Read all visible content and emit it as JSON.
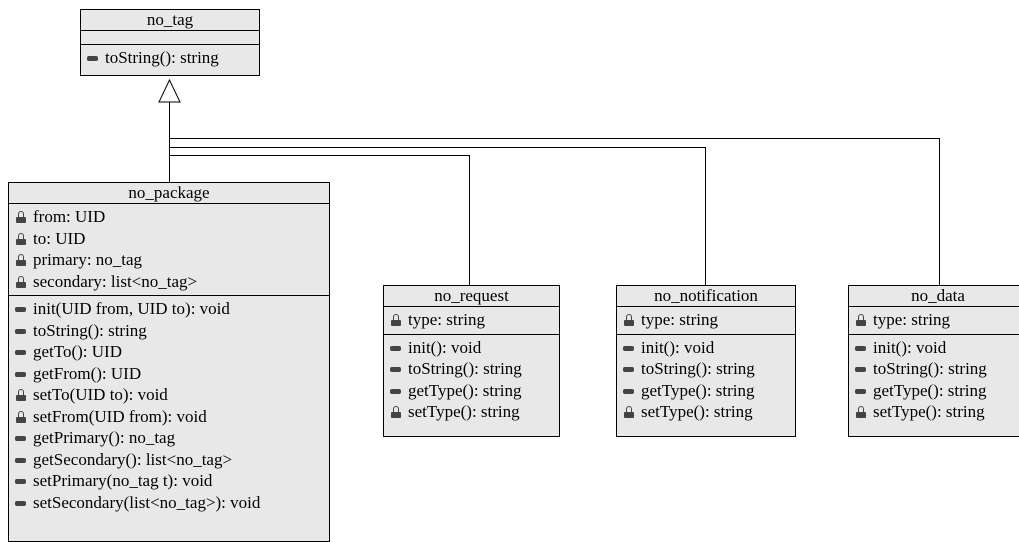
{
  "icons": {
    "public": "public-member-icon",
    "private": "private-lock-icon"
  },
  "classes": {
    "no_tag": {
      "name": "no_tag",
      "attributes": [],
      "operations": [
        {
          "vis": "public",
          "text": "toString(): string"
        }
      ]
    },
    "no_package": {
      "name": "no_package",
      "attributes": [
        {
          "vis": "private",
          "text": "from: UID"
        },
        {
          "vis": "private",
          "text": "to: UID"
        },
        {
          "vis": "private",
          "text": "primary: no_tag"
        },
        {
          "vis": "private",
          "text": "secondary: list<no_tag>"
        }
      ],
      "operations": [
        {
          "vis": "public",
          "text": "init(UID from, UID to): void"
        },
        {
          "vis": "public",
          "text": "toString(): string"
        },
        {
          "vis": "public",
          "text": "getTo(): UID"
        },
        {
          "vis": "public",
          "text": "getFrom(): UID"
        },
        {
          "vis": "private",
          "text": "setTo(UID to): void"
        },
        {
          "vis": "private",
          "text": "setFrom(UID from): void"
        },
        {
          "vis": "public",
          "text": "getPrimary(): no_tag"
        },
        {
          "vis": "public",
          "text": "getSecondary(): list<no_tag>"
        },
        {
          "vis": "public",
          "text": "setPrimary(no_tag t): void"
        },
        {
          "vis": "public",
          "text": "setSecondary(list<no_tag>): void"
        }
      ]
    },
    "no_request": {
      "name": "no_request",
      "attributes": [
        {
          "vis": "private",
          "text": "type: string"
        }
      ],
      "operations": [
        {
          "vis": "public",
          "text": "init(): void"
        },
        {
          "vis": "public",
          "text": "toString(): string"
        },
        {
          "vis": "public",
          "text": "getType(): string"
        },
        {
          "vis": "private",
          "text": "setType(): string"
        }
      ]
    },
    "no_notification": {
      "name": "no_notification",
      "attributes": [
        {
          "vis": "private",
          "text": "type: string"
        }
      ],
      "operations": [
        {
          "vis": "public",
          "text": "init(): void"
        },
        {
          "vis": "public",
          "text": "toString(): string"
        },
        {
          "vis": "public",
          "text": "getType(): string"
        },
        {
          "vis": "private",
          "text": "setType(): string"
        }
      ]
    },
    "no_data": {
      "name": "no_data",
      "attributes": [
        {
          "vis": "private",
          "text": "type: string"
        }
      ],
      "operations": [
        {
          "vis": "public",
          "text": "init(): void"
        },
        {
          "vis": "public",
          "text": "toString(): string"
        },
        {
          "vis": "public",
          "text": "getType(): string"
        },
        {
          "vis": "private",
          "text": "setType(): string"
        }
      ]
    }
  },
  "relations": [
    {
      "type": "generalization",
      "from": "no_package",
      "to": "no_tag"
    },
    {
      "type": "generalization",
      "from": "no_request",
      "to": "no_tag"
    },
    {
      "type": "generalization",
      "from": "no_notification",
      "to": "no_tag"
    },
    {
      "type": "generalization",
      "from": "no_data",
      "to": "no_tag"
    }
  ]
}
